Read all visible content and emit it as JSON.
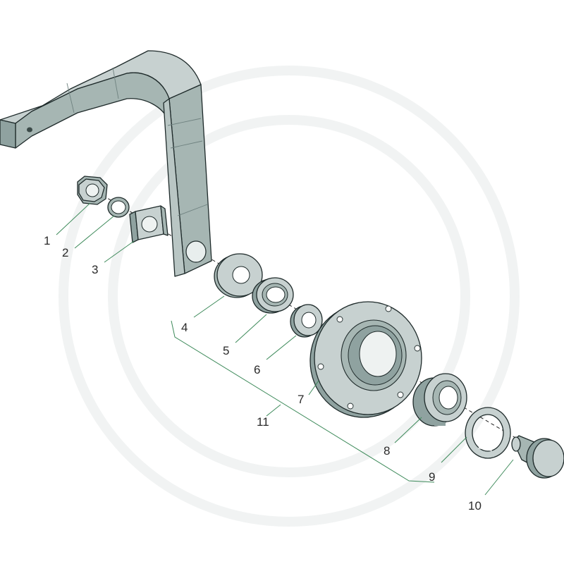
{
  "diagram": {
    "callouts": [
      "1",
      "2",
      "3",
      "4",
      "5",
      "6",
      "7",
      "8",
      "9",
      "10",
      "11"
    ],
    "colors": {
      "part_fill": "#a6b6b3",
      "part_light": "#d3dbda",
      "part_dark": "#7f918f",
      "leader": "#3d8a5a",
      "outline": "#1e2a2a"
    }
  }
}
